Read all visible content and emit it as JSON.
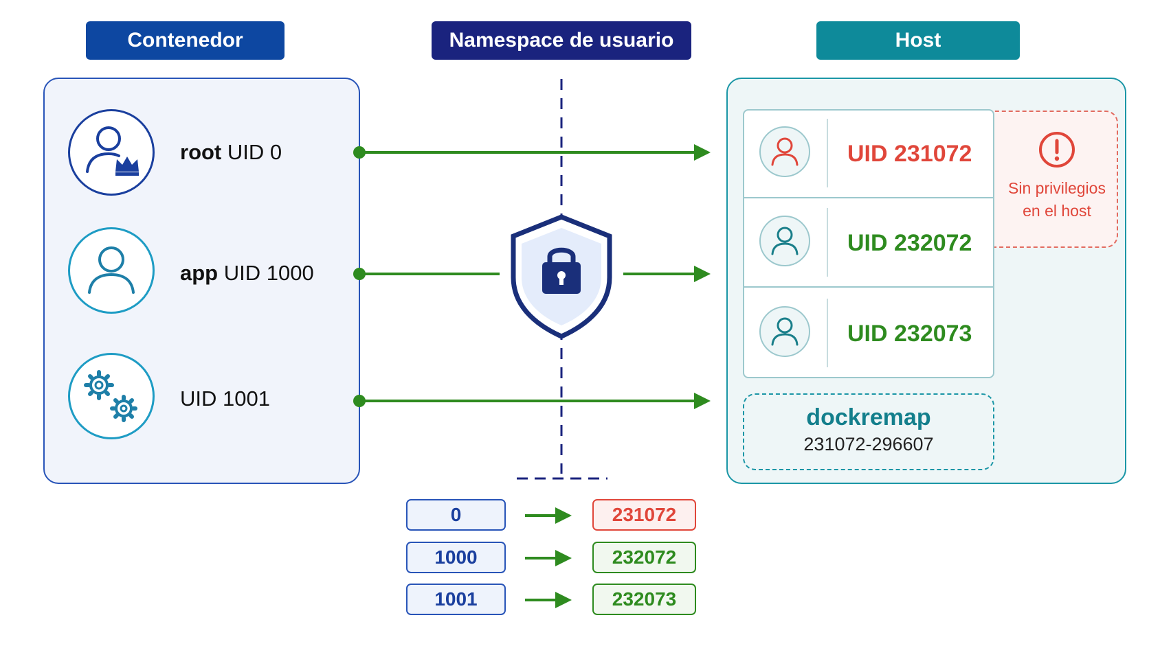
{
  "headers": {
    "container": "Contenedor",
    "namespace": "Namespace de usuario",
    "host": "Host"
  },
  "container_users": [
    {
      "name": "root",
      "uid": "UID 0",
      "icon": "user-crown-icon"
    },
    {
      "name": "app",
      "uid": "UID 1000",
      "icon": "user-icon"
    },
    {
      "name": "",
      "uid": "UID 1001",
      "icon": "gears-icon"
    }
  ],
  "host_uids": [
    {
      "label": "UID 231072",
      "status": "unprivileged"
    },
    {
      "label": "UID 232072",
      "status": "normal"
    },
    {
      "label": "UID 232073",
      "status": "normal"
    }
  ],
  "warning": {
    "line1": "Sin privilegios",
    "line2": "en el host",
    "icon": "alert-circle-icon"
  },
  "dockremap": {
    "title": "dockremap",
    "range": "231072-296607"
  },
  "mapping_table": [
    {
      "from": "0",
      "to": "231072"
    },
    {
      "from": "1000",
      "to": "232072"
    },
    {
      "from": "1001",
      "to": "232073"
    }
  ],
  "colors": {
    "container_header": "#0d47a1",
    "namespace_header": "#1a237e",
    "host_header": "#0e8a9a",
    "arrow_green": "#2e8b1f",
    "uid_red": "#e0463a",
    "uid_green": "#2e8b1f",
    "navy": "#1a2f7a"
  },
  "shield": {
    "icon": "shield-lock-icon"
  }
}
